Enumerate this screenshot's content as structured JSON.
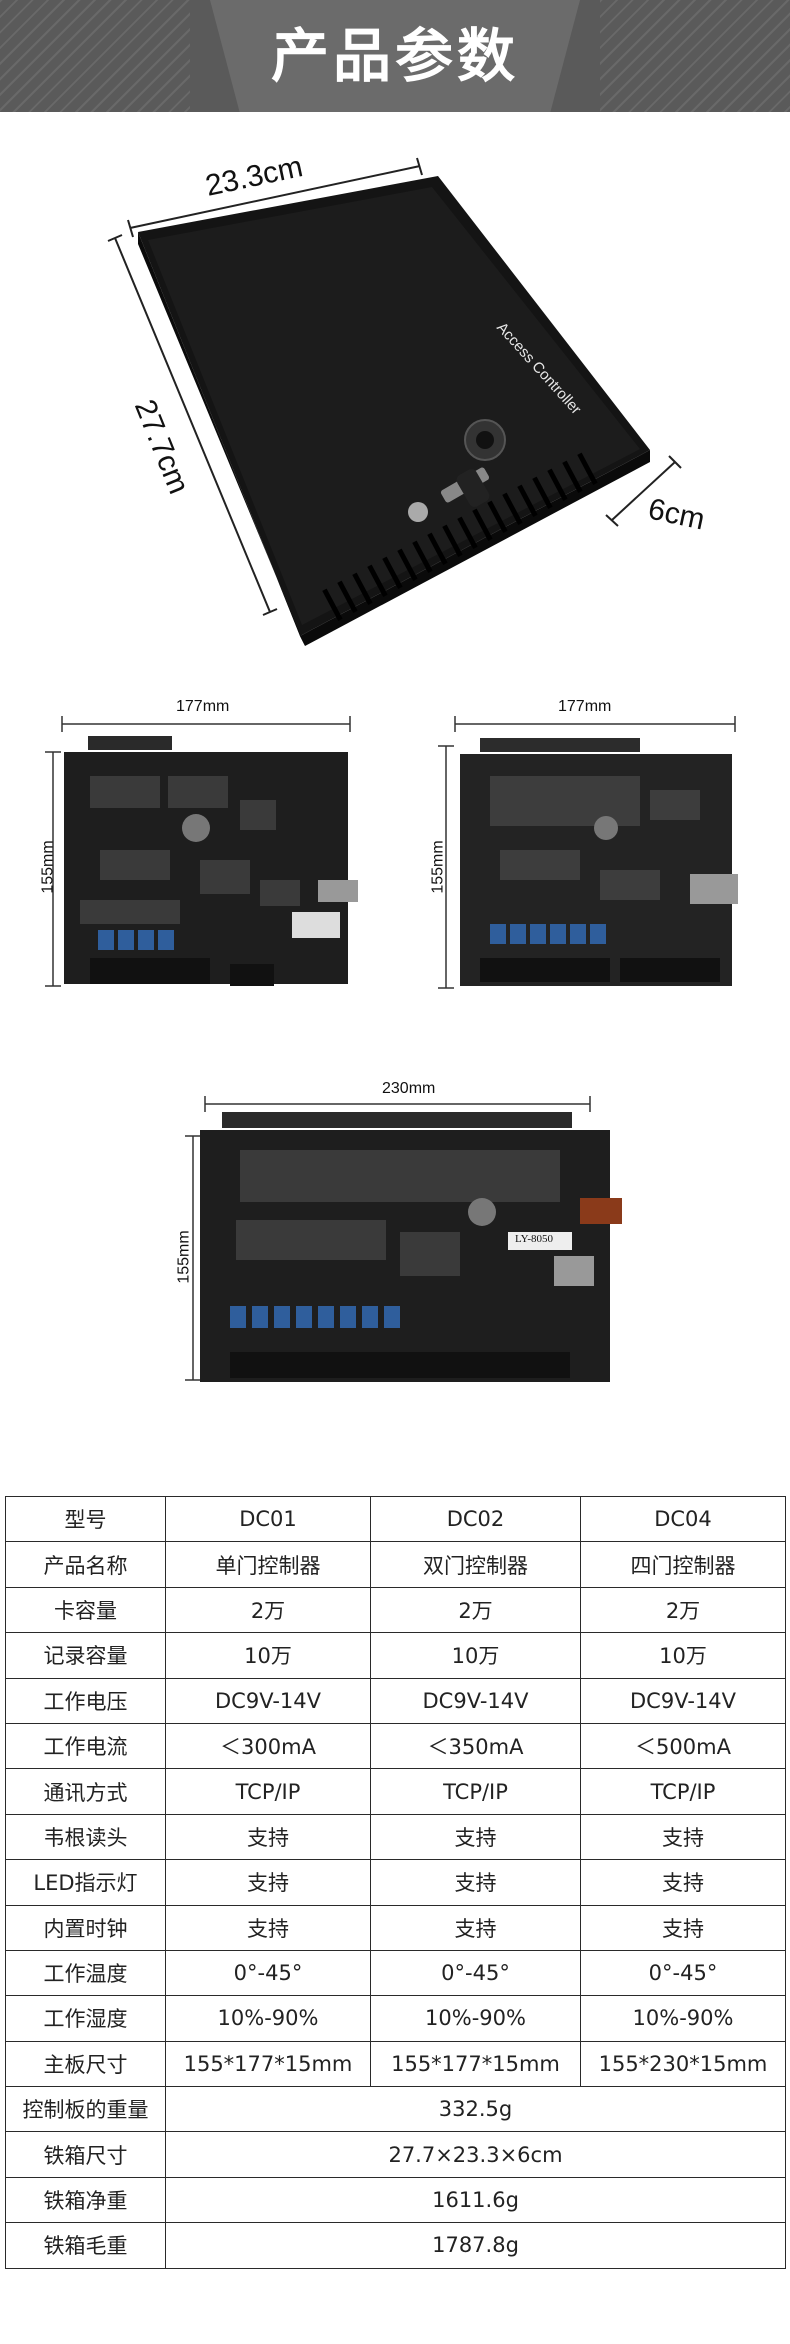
{
  "header": {
    "title": "产品参数"
  },
  "enclosure": {
    "width_label": "23.3cm",
    "length_label": "27.7cm",
    "depth_label": "6cm",
    "lid_text": "Access Controller"
  },
  "boards": [
    {
      "width_label": "177mm",
      "height_label": "155mm"
    },
    {
      "width_label": "177mm",
      "height_label": "155mm"
    },
    {
      "width_label": "230mm",
      "height_label": "155mm",
      "chip_text": "LY-8050"
    }
  ],
  "specs": {
    "columns": [
      "型号",
      "DC01",
      "DC02",
      "DC04"
    ],
    "rows": [
      {
        "label": "产品名称",
        "values": [
          "单门控制器",
          "双门控制器",
          "四门控制器"
        ]
      },
      {
        "label": "卡容量",
        "values": [
          "2万",
          "2万",
          "2万"
        ]
      },
      {
        "label": "记录容量",
        "values": [
          "10万",
          "10万",
          "10万"
        ]
      },
      {
        "label": "工作电压",
        "values": [
          "DC9V-14V",
          "DC9V-14V",
          "DC9V-14V"
        ]
      },
      {
        "label": "工作电流",
        "values": [
          "＜300mA",
          "＜350mA",
          "＜500mA"
        ]
      },
      {
        "label": "通讯方式",
        "values": [
          "TCP/IP",
          "TCP/IP",
          "TCP/IP"
        ]
      },
      {
        "label": "韦根读头",
        "values": [
          "支持",
          "支持",
          "支持"
        ]
      },
      {
        "label": "LED指示灯",
        "values": [
          "支持",
          "支持",
          "支持"
        ]
      },
      {
        "label": "内置时钟",
        "values": [
          "支持",
          "支持",
          "支持"
        ]
      },
      {
        "label": "工作温度",
        "values": [
          "0°-45°",
          "0°-45°",
          "0°-45°"
        ]
      },
      {
        "label": "工作湿度",
        "values": [
          "10%-90%",
          "10%-90%",
          "10%-90%"
        ]
      },
      {
        "label": "主板尺寸",
        "values": [
          "155*177*15mm",
          "155*177*15mm",
          "155*230*15mm"
        ]
      }
    ],
    "merged_rows": [
      {
        "label": "控制板的重量",
        "value": "332.5g"
      },
      {
        "label": "铁箱尺寸",
        "value": "27.7×23.3×6cm"
      },
      {
        "label": "铁箱净重",
        "value": "1611.6g"
      },
      {
        "label": "铁箱毛重",
        "value": "1787.8g"
      }
    ]
  }
}
